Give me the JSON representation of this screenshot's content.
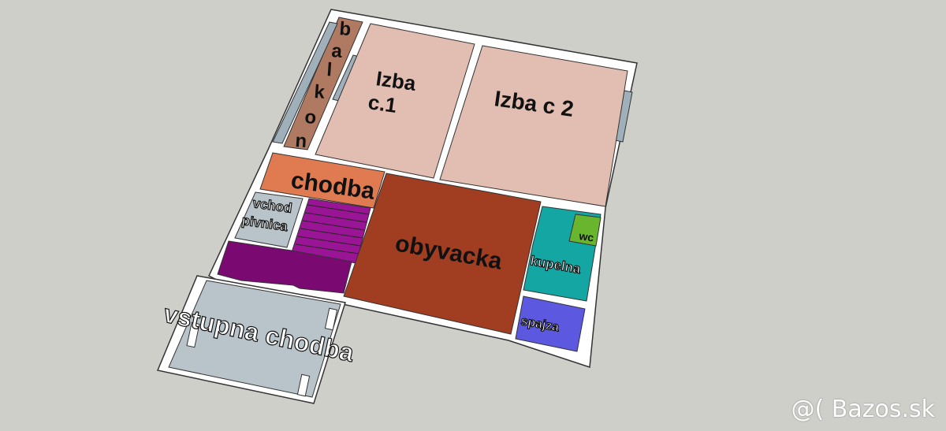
{
  "rooms": {
    "balkon": "balkon",
    "izba1_line1": "Izba",
    "izba1_line2": "c.1",
    "izba2": "Izba c 2",
    "chodba": "chodba",
    "vchod_line1": "vchod",
    "vchod_line2": "pivnica",
    "obyvacka": "obyvacka",
    "wc": "wc",
    "kupelna": "kupelna",
    "spajza": "spajza",
    "vstupna_chodba": "vstupna chodba"
  },
  "watermark": "@( Bazos.sk",
  "colors": {
    "background": "#cfcfca",
    "walls": "#ffffff",
    "izba": "#e2bdb1",
    "balkon": "#b07a62",
    "chodba": "#e07a50",
    "vchod": "#b9c4ca",
    "stairs": "#9a1595",
    "landing": "#7a0a72",
    "obyvacka": "#a13e22",
    "kupelna": "#14a6a2",
    "wc": "#6ab52e",
    "spajza": "#5d58e0",
    "vstupna_chodba": "#b9c4ca",
    "glass": "#9fb0ba"
  }
}
